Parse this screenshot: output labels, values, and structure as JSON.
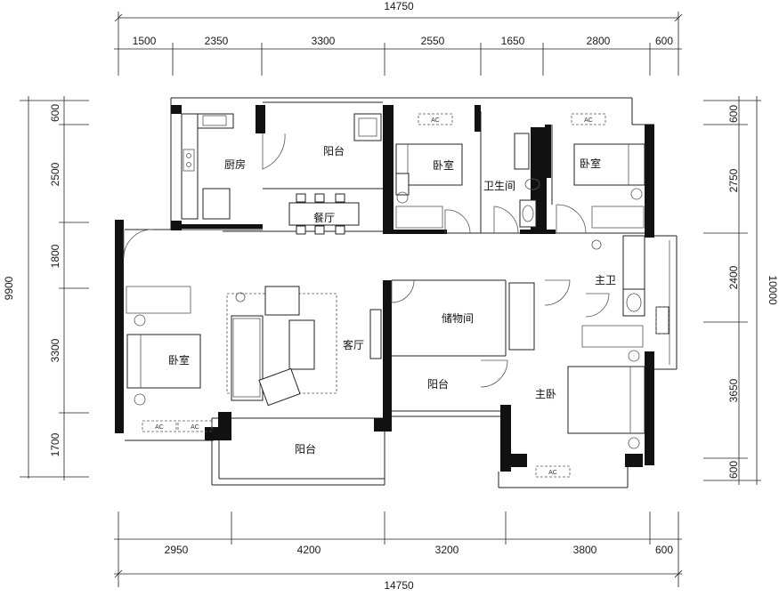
{
  "dimensions": {
    "top_total": "14750",
    "top_segments": [
      "1500",
      "2350",
      "3300",
      "2550",
      "1650",
      "2800",
      "600"
    ],
    "bottom_total": "14750",
    "bottom_segments": [
      "2950",
      "4200",
      "3200",
      "3800",
      "600"
    ],
    "left_total": "9900",
    "left_segments": [
      "600",
      "2500",
      "1800",
      "3300",
      "1700"
    ],
    "right_total": "10000",
    "right_segments": [
      "600",
      "2750",
      "2400",
      "3650",
      "600"
    ]
  },
  "rooms": {
    "kitchen": "厨房",
    "balcony_top": "阳台",
    "dining": "餐厅",
    "bedroom_upper_mid": "卧室",
    "bathroom": "卫生间",
    "bedroom_upper_right": "卧室",
    "master_bath": "主卫",
    "bedroom_left": "卧室",
    "living": "客厅",
    "storage": "储物间",
    "balcony_mid": "阳台",
    "master_bedroom": "主卧",
    "balcony_bottom": "阳台"
  },
  "ac_label": "AC"
}
